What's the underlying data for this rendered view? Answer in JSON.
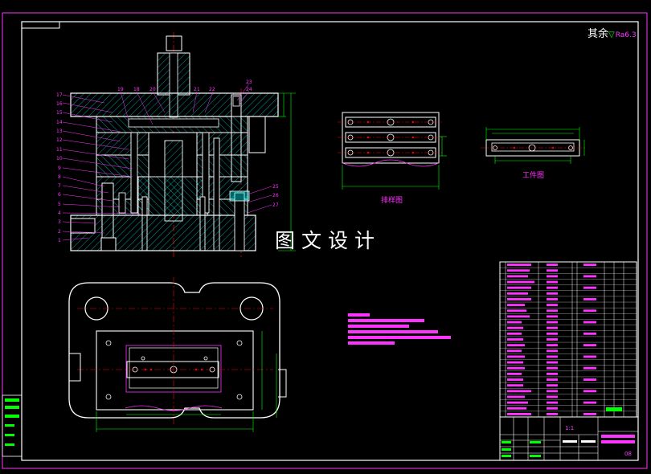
{
  "watermark": "图文设计",
  "roughness": {
    "prefix": "其余",
    "symbol": "▽",
    "value": "Ra6.3"
  },
  "labels": {
    "layout_view": "排样图",
    "part_view": "工件图"
  },
  "title_block": {
    "scale": "1:1",
    "sheet": "08"
  },
  "callouts_left": [
    "17",
    "16",
    "15",
    "14",
    "13",
    "12",
    "11",
    "10",
    "9",
    "8",
    "7",
    "6",
    "5",
    "4",
    "3",
    "2",
    "1"
  ],
  "callouts_top": [
    "19",
    "18",
    "20",
    "21",
    "22",
    "23",
    "24"
  ],
  "callouts_right": [
    "25",
    "26",
    "27"
  ],
  "colors": {
    "background": "#000000",
    "outline": "#ffffff",
    "dimension": "#00ff00",
    "centerline": "#ff0000",
    "annotation": "#ff33ff",
    "hatch": "#00ffff"
  }
}
